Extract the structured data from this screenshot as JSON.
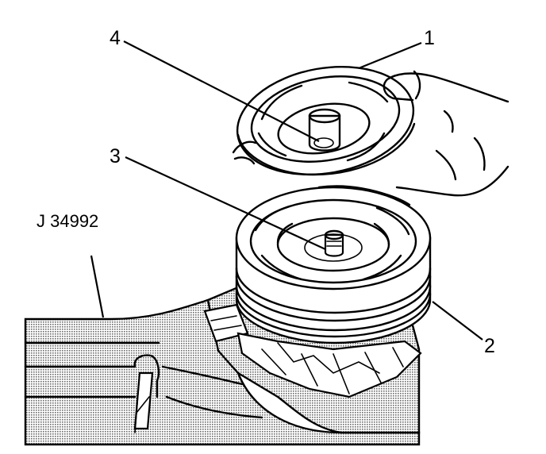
{
  "labels": {
    "callout_1": "1",
    "callout_2": "2",
    "callout_3": "3",
    "callout_4": "4",
    "tool": "J 34992"
  },
  "colors": {
    "ink": "#000000",
    "paper": "#ffffff",
    "tool_shading": "#b8b8b8"
  }
}
